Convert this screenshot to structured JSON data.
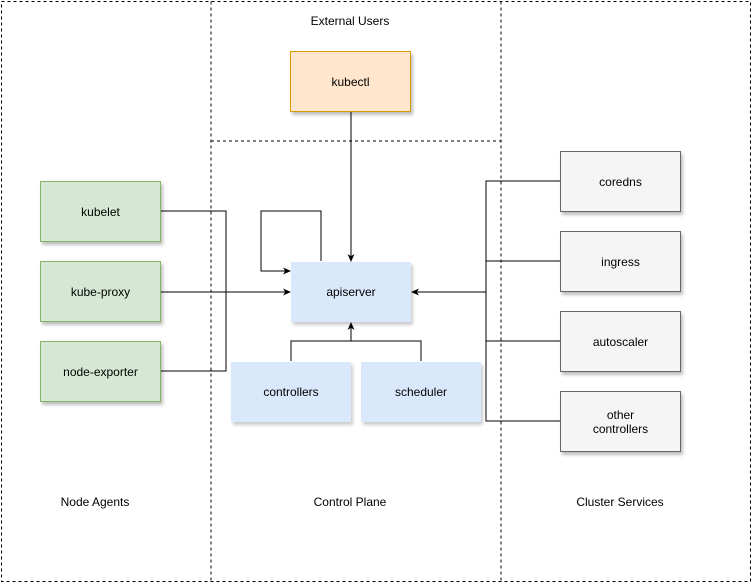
{
  "zones": {
    "node_agents": "Node Agents",
    "control_plane": "Control Plane",
    "cluster_services": "Cluster Services",
    "external_users": "External  Users"
  },
  "nodes": {
    "kubectl": "kubectl",
    "kubelet": "kubelet",
    "kube_proxy": "kube-proxy",
    "node_exporter": "node-exporter",
    "apiserver": "apiserver",
    "controllers": "controllers",
    "scheduler": "scheduler",
    "coredns": "coredns",
    "ingress": "ingress",
    "autoscaler": "autoscaler",
    "other_controllers": "other\ncontrollers"
  },
  "colors": {
    "agent_fill": "#d5e8d4",
    "agent_stroke": "#82b366",
    "user_fill": "#ffe6cc",
    "user_stroke": "#d79b00",
    "control_fill": "#dae8fc",
    "service_fill": "#f5f5f5",
    "service_stroke": "#666666"
  }
}
